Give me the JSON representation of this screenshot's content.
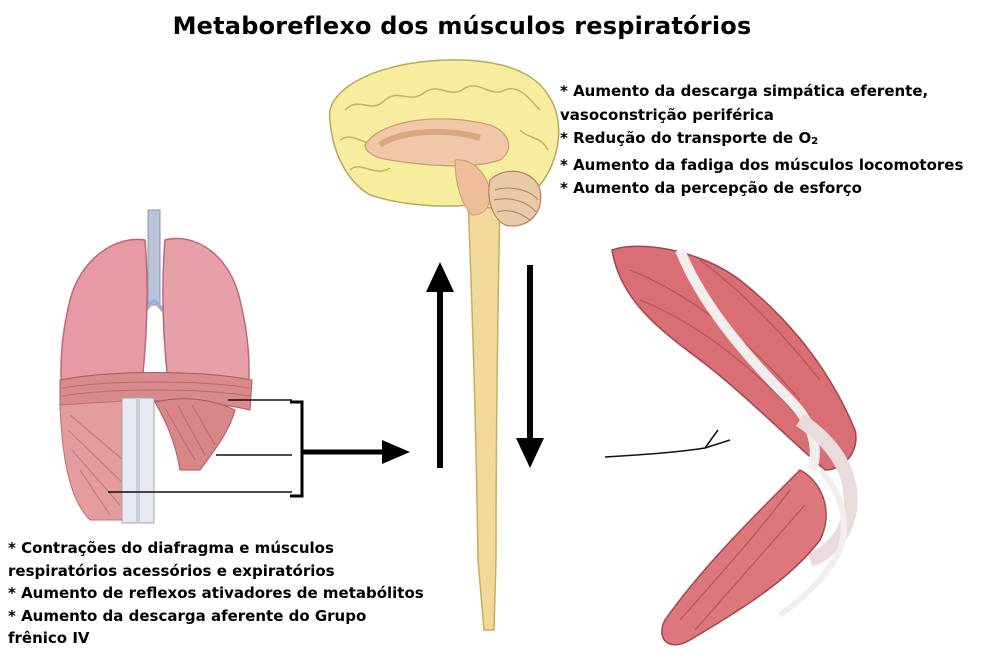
{
  "title": "Metaboreflexo dos músculos respiratórios",
  "efferent_effects": [
    "* Aumento da descarga simpática eferente,",
    "vasoconstrição periférica",
    "* Redução do transporte de O",
    "* Aumento da fadiga dos músculos locomotores",
    "* Aumento da percepção de esforço"
  ],
  "o2_subscript": "2",
  "afferent_causes": [
    "* Contrações do diafragma e músculos",
    "respiratórios acessórios e expiratórios",
    "* Aumento de reflexos ativadores de metabólitos",
    "* Aumento da descarga aferente do Grupo",
    "frênico IV"
  ],
  "colors": {
    "brain_cortex": "#f6ee9e",
    "brain_inner": "#f2c7a8",
    "spinal_cord": "#f2d99a",
    "lung": "#e79aa4",
    "muscle": "#d96f74",
    "arrow": "#000000"
  }
}
